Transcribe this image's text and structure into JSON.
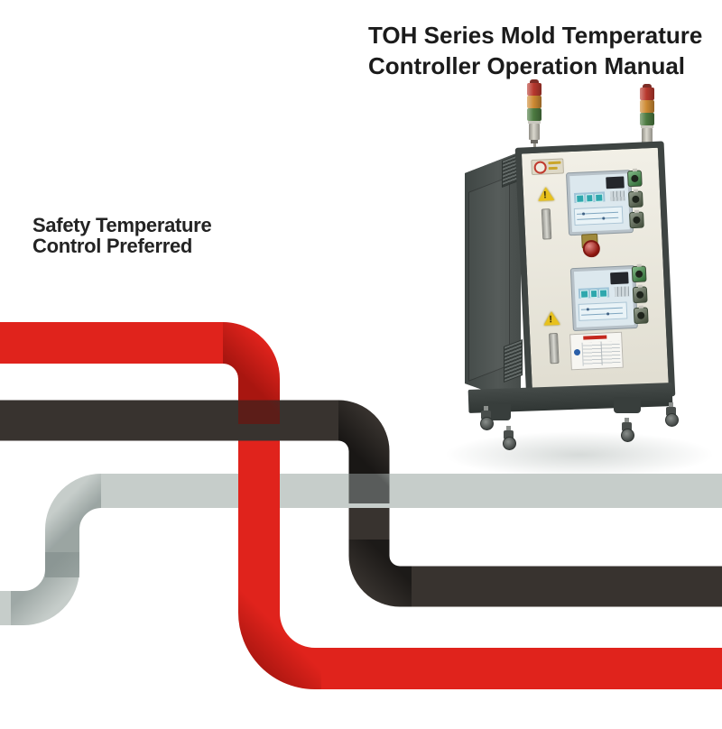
{
  "page": {
    "background_color": "#ffffff"
  },
  "header": {
    "title_line1": "TOH Series Mold Temperature",
    "title_line2": "Controller Operation Manual",
    "text_color": "#1b1b1b"
  },
  "slogan": {
    "line1": "Safety Temperature",
    "line2": "Control Preferred",
    "text_color": "#232323"
  },
  "ribbons": {
    "red": {
      "color": "#e0231c",
      "fold_shadow": "#7a0b06"
    },
    "dark": {
      "color": "#38332f",
      "fold_shadow": "#000000"
    },
    "gray": {
      "color": "#c6cdca",
      "fold_shadow": "#7e8a88"
    }
  },
  "machine": {
    "cabinet_color": "#4a504e",
    "panel_color": "#ece9dc",
    "warning_symbol": "!",
    "signal_lamp_colors": {
      "top": "#b8392e",
      "middle": "#cd8a33",
      "bottom": "#4c7a40"
    },
    "emergency_stop_color": "#c8180e",
    "knob_green": "#3f9447",
    "knob_dark_olive": "#5c6b52"
  }
}
